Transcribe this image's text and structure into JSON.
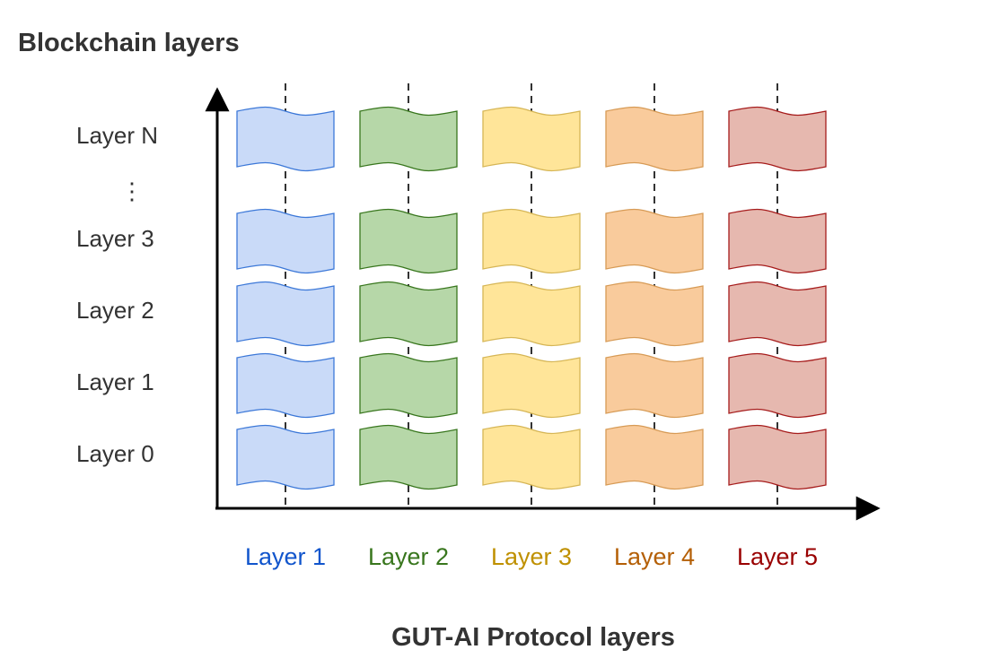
{
  "title": "Blockchain layers",
  "x_axis_title": "GUT-AI Protocol layers",
  "row_labels": [
    "Layer N",
    "Layer 3",
    "Layer 2",
    "Layer 1",
    "Layer 0"
  ],
  "ellipsis": "⋮",
  "columns": [
    {
      "label": "Layer 1",
      "fill": "#c9daf8",
      "stroke": "#3c78d8",
      "text_color": "#1155cc"
    },
    {
      "label": "Layer 2",
      "fill": "#b6d7a8",
      "stroke": "#38761d",
      "text_color": "#38761d"
    },
    {
      "label": "Layer 3",
      "fill": "#ffe599",
      "stroke": "#d6b656",
      "text_color": "#bf9000"
    },
    {
      "label": "Layer 4",
      "fill": "#f9cb9c",
      "stroke": "#d79b56",
      "text_color": "#b45f06"
    },
    {
      "label": "Layer 5",
      "fill": "#e6b8af",
      "stroke": "#a61c1c",
      "text_color": "#990000"
    }
  ],
  "axis_color": "#000000",
  "guide_color": "#333333"
}
